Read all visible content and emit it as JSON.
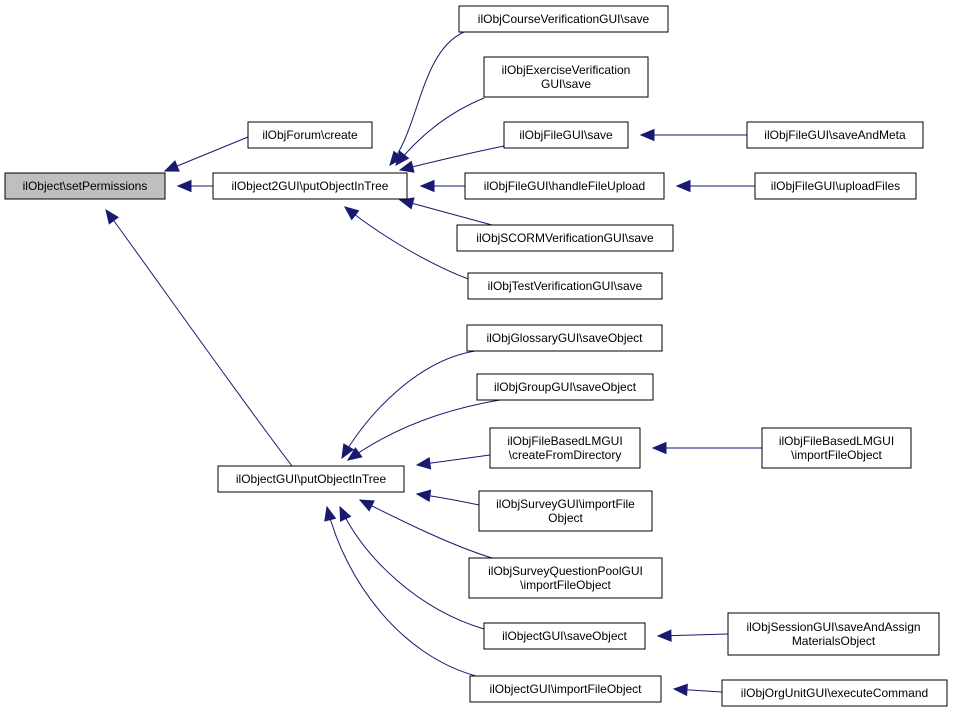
{
  "colors": {
    "edge": "#191970",
    "focus_fill": "#bfbfbf",
    "node_fill": "#ffffff",
    "border": "#000000"
  },
  "nodes": [
    {
      "id": "n0",
      "lines": [
        "ilObject\\setPermissions"
      ],
      "focus": true
    },
    {
      "id": "n1",
      "lines": [
        "ilObjForum\\create"
      ]
    },
    {
      "id": "n2",
      "lines": [
        "ilObject2GUI\\putObjectInTree"
      ]
    },
    {
      "id": "n3",
      "lines": [
        "ilObjectGUI\\putObjectInTree"
      ]
    },
    {
      "id": "n4",
      "lines": [
        "ilObjCourseVerificationGUI\\save"
      ]
    },
    {
      "id": "n5",
      "lines": [
        "ilObjExerciseVerification",
        "GUI\\save"
      ]
    },
    {
      "id": "n6",
      "lines": [
        "ilObjFileGUI\\save"
      ]
    },
    {
      "id": "n7",
      "lines": [
        "ilObjFileGUI\\handleFileUpload"
      ]
    },
    {
      "id": "n8",
      "lines": [
        "ilObjSCORMVerificationGUI\\save"
      ]
    },
    {
      "id": "n9",
      "lines": [
        "ilObjTestVerificationGUI\\save"
      ]
    },
    {
      "id": "n10",
      "lines": [
        "ilObjFileGUI\\saveAndMeta"
      ]
    },
    {
      "id": "n11",
      "lines": [
        "ilObjFileGUI\\uploadFiles"
      ]
    },
    {
      "id": "n12",
      "lines": [
        "ilObjGlossaryGUI\\saveObject"
      ]
    },
    {
      "id": "n13",
      "lines": [
        "ilObjGroupGUI\\saveObject"
      ]
    },
    {
      "id": "n14",
      "lines": [
        "ilObjFileBasedLMGUI",
        "\\createFromDirectory"
      ]
    },
    {
      "id": "n15",
      "lines": [
        "ilObjSurveyGUI\\importFile",
        "Object"
      ]
    },
    {
      "id": "n16",
      "lines": [
        "ilObjSurveyQuestionPoolGUI",
        "\\importFileObject"
      ]
    },
    {
      "id": "n17",
      "lines": [
        "ilObjectGUI\\saveObject"
      ]
    },
    {
      "id": "n18",
      "lines": [
        "ilObjectGUI\\importFileObject"
      ]
    },
    {
      "id": "n19",
      "lines": [
        "ilObjFileBasedLMGUI",
        "\\importFileObject"
      ]
    },
    {
      "id": "n20",
      "lines": [
        "ilObjSessionGUI\\saveAndAssign",
        "MaterialsObject"
      ]
    },
    {
      "id": "n21",
      "lines": [
        "ilObjOrgUnitGUI\\executeCommand"
      ]
    }
  ],
  "edges": [
    {
      "from": "n1",
      "to": "n0"
    },
    {
      "from": "n2",
      "to": "n0"
    },
    {
      "from": "n3",
      "to": "n0"
    },
    {
      "from": "n4",
      "to": "n2"
    },
    {
      "from": "n5",
      "to": "n2"
    },
    {
      "from": "n6",
      "to": "n2"
    },
    {
      "from": "n7",
      "to": "n2"
    },
    {
      "from": "n8",
      "to": "n2"
    },
    {
      "from": "n9",
      "to": "n2"
    },
    {
      "from": "n10",
      "to": "n6"
    },
    {
      "from": "n11",
      "to": "n7"
    },
    {
      "from": "n12",
      "to": "n3"
    },
    {
      "from": "n13",
      "to": "n3"
    },
    {
      "from": "n14",
      "to": "n3"
    },
    {
      "from": "n15",
      "to": "n3"
    },
    {
      "from": "n16",
      "to": "n3"
    },
    {
      "from": "n17",
      "to": "n3"
    },
    {
      "from": "n18",
      "to": "n3"
    },
    {
      "from": "n19",
      "to": "n14"
    },
    {
      "from": "n20",
      "to": "n17"
    },
    {
      "from": "n21",
      "to": "n18"
    }
  ]
}
